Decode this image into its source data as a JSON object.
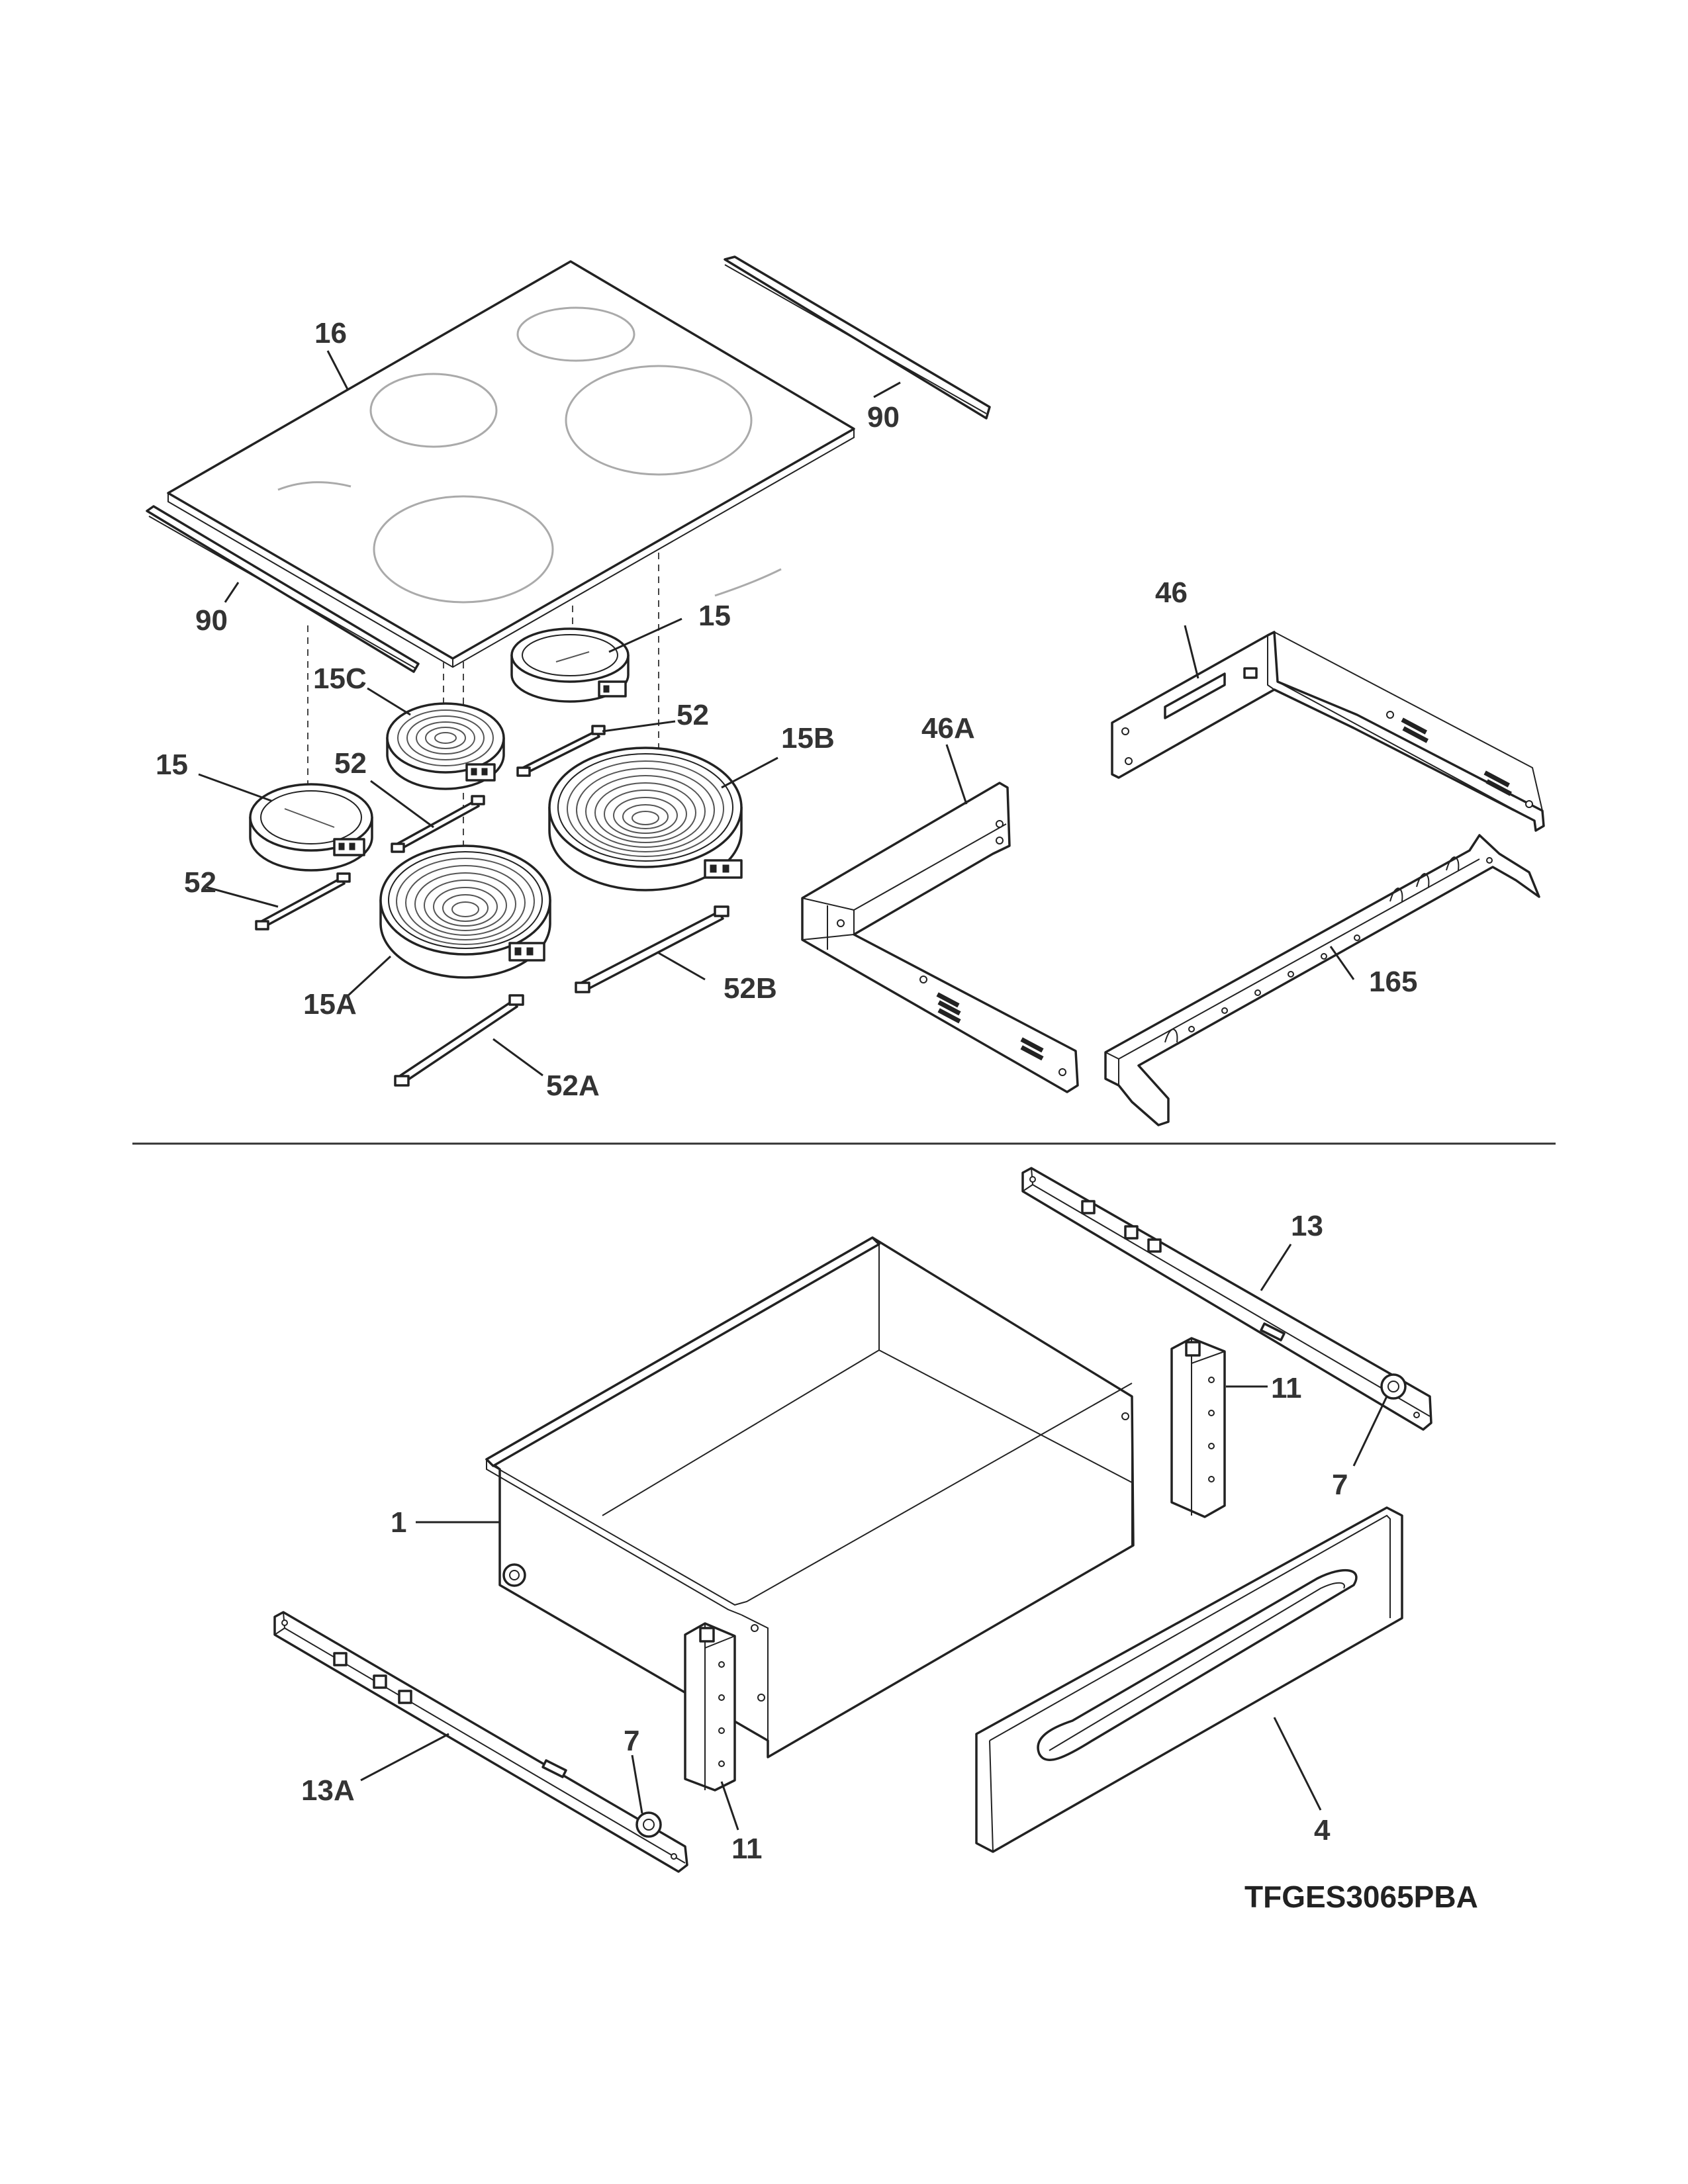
{
  "model_number": "TFGES3065PBA",
  "callouts": {
    "c16": "16",
    "c90_right": "90",
    "c90_left": "90",
    "c15_top": "15",
    "c15C": "15C",
    "c52_a": "52",
    "c15B": "15B",
    "c15_left": "15",
    "c52_b": "52",
    "c52_c": "52",
    "c15A": "15A",
    "c52B": "52B",
    "c52A": "52A",
    "c46": "46",
    "c46A": "46A",
    "c165": "165",
    "c13": "13",
    "c11_right": "11",
    "c7_right": "7",
    "c1": "1",
    "c7_left": "7",
    "c13A": "13A",
    "c11_left": "11",
    "c4": "4"
  }
}
